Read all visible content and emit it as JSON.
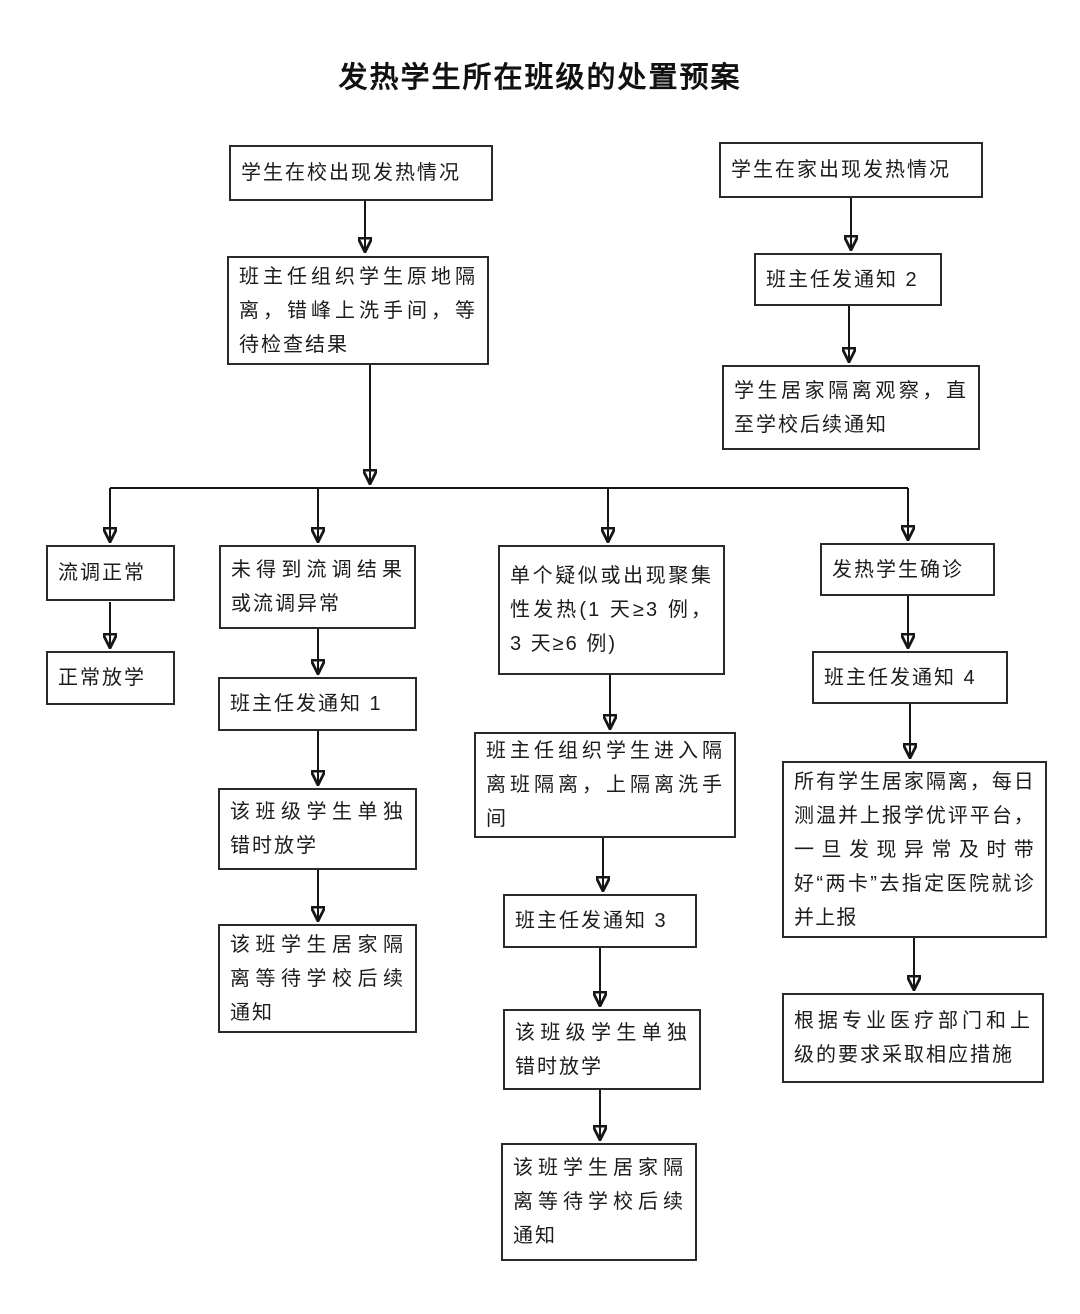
{
  "title": "发热学生所在班级的处置预案",
  "nodes": {
    "school_start": "学生在校出现发热情况",
    "school_isolate": "班主任组织学生原地隔离，错峰上洗手间，等待检查结果",
    "home_start": "学生在家出现发热情况",
    "notice2": "班主任发通知 2",
    "home_observe": "学生居家隔离观察，直至学校后续通知",
    "trace_normal": "流调正常",
    "normal_dismissal": "正常放学",
    "trace_pending": "未得到流调结果或流调异常",
    "notice1": "班主任发通知 1",
    "staggered_dismissal_2": "该班级学生单独错时放学",
    "class_quarantine_2": "该班学生居家隔离等待学校后续通知",
    "cluster_fever": "单个疑似或出现聚集性发热(1 天≥3 例，3 天≥6 例)",
    "isolation_class": "班主任组织学生进入隔离班隔离，上隔离洗手间",
    "notice3": "班主任发通知 3",
    "staggered_dismissal_3": "该班级学生单独错时放学",
    "class_quarantine_3": "该班学生居家隔离等待学校后续通知",
    "confirmed": "发热学生确诊",
    "notice4": "班主任发通知 4",
    "all_quarantine": "所有学生居家隔离，每日测温并上报学优评平台，一旦发现异常及时带好“两卡”去指定医院就诊并上报",
    "follow_medical": "根据专业医疗部门和上级的要求采取相应措施"
  },
  "colors": {
    "background": "#ffffff",
    "border": "#2a2a2a",
    "line": "#161616",
    "text": "#1c1c1c"
  }
}
